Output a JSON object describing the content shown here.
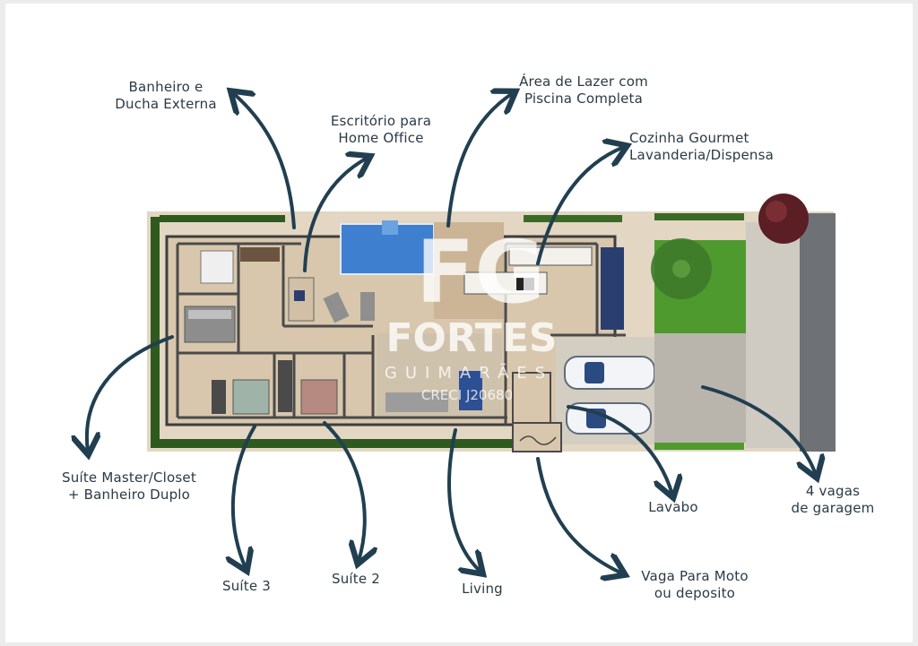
{
  "labels": {
    "banheiro": "Banheiro e\nDucha Externa",
    "escritorio": "Escritório para\nHome Office",
    "lazer": "Área de Lazer com\nPiscina Completa",
    "cozinha": "Cozinha Gourmet\nLavanderia/Dispensa",
    "suite_master": "Suíte Master/Closet\n+ Banheiro Duplo",
    "suite3": "Suíte 3",
    "suite2": "Suíte 2",
    "living": "Living",
    "lavabo": "Lavabo",
    "moto": "Vaga Para Moto\nou deposito",
    "garagem": "4 vagas\nde garagem"
  },
  "watermark": {
    "logo": "FG",
    "name": "FORTES",
    "sub": "GUIMARÃES",
    "creci": "CRECI J20680"
  },
  "colors": {
    "label_text": "#2a3a45",
    "arrow": "#213f50",
    "floor": "#d8c7ad",
    "wall": "#4a4a4a",
    "pool": "#3f7fcf",
    "lawn": "#4f9a2f",
    "hedge": "#2e5a1f"
  }
}
